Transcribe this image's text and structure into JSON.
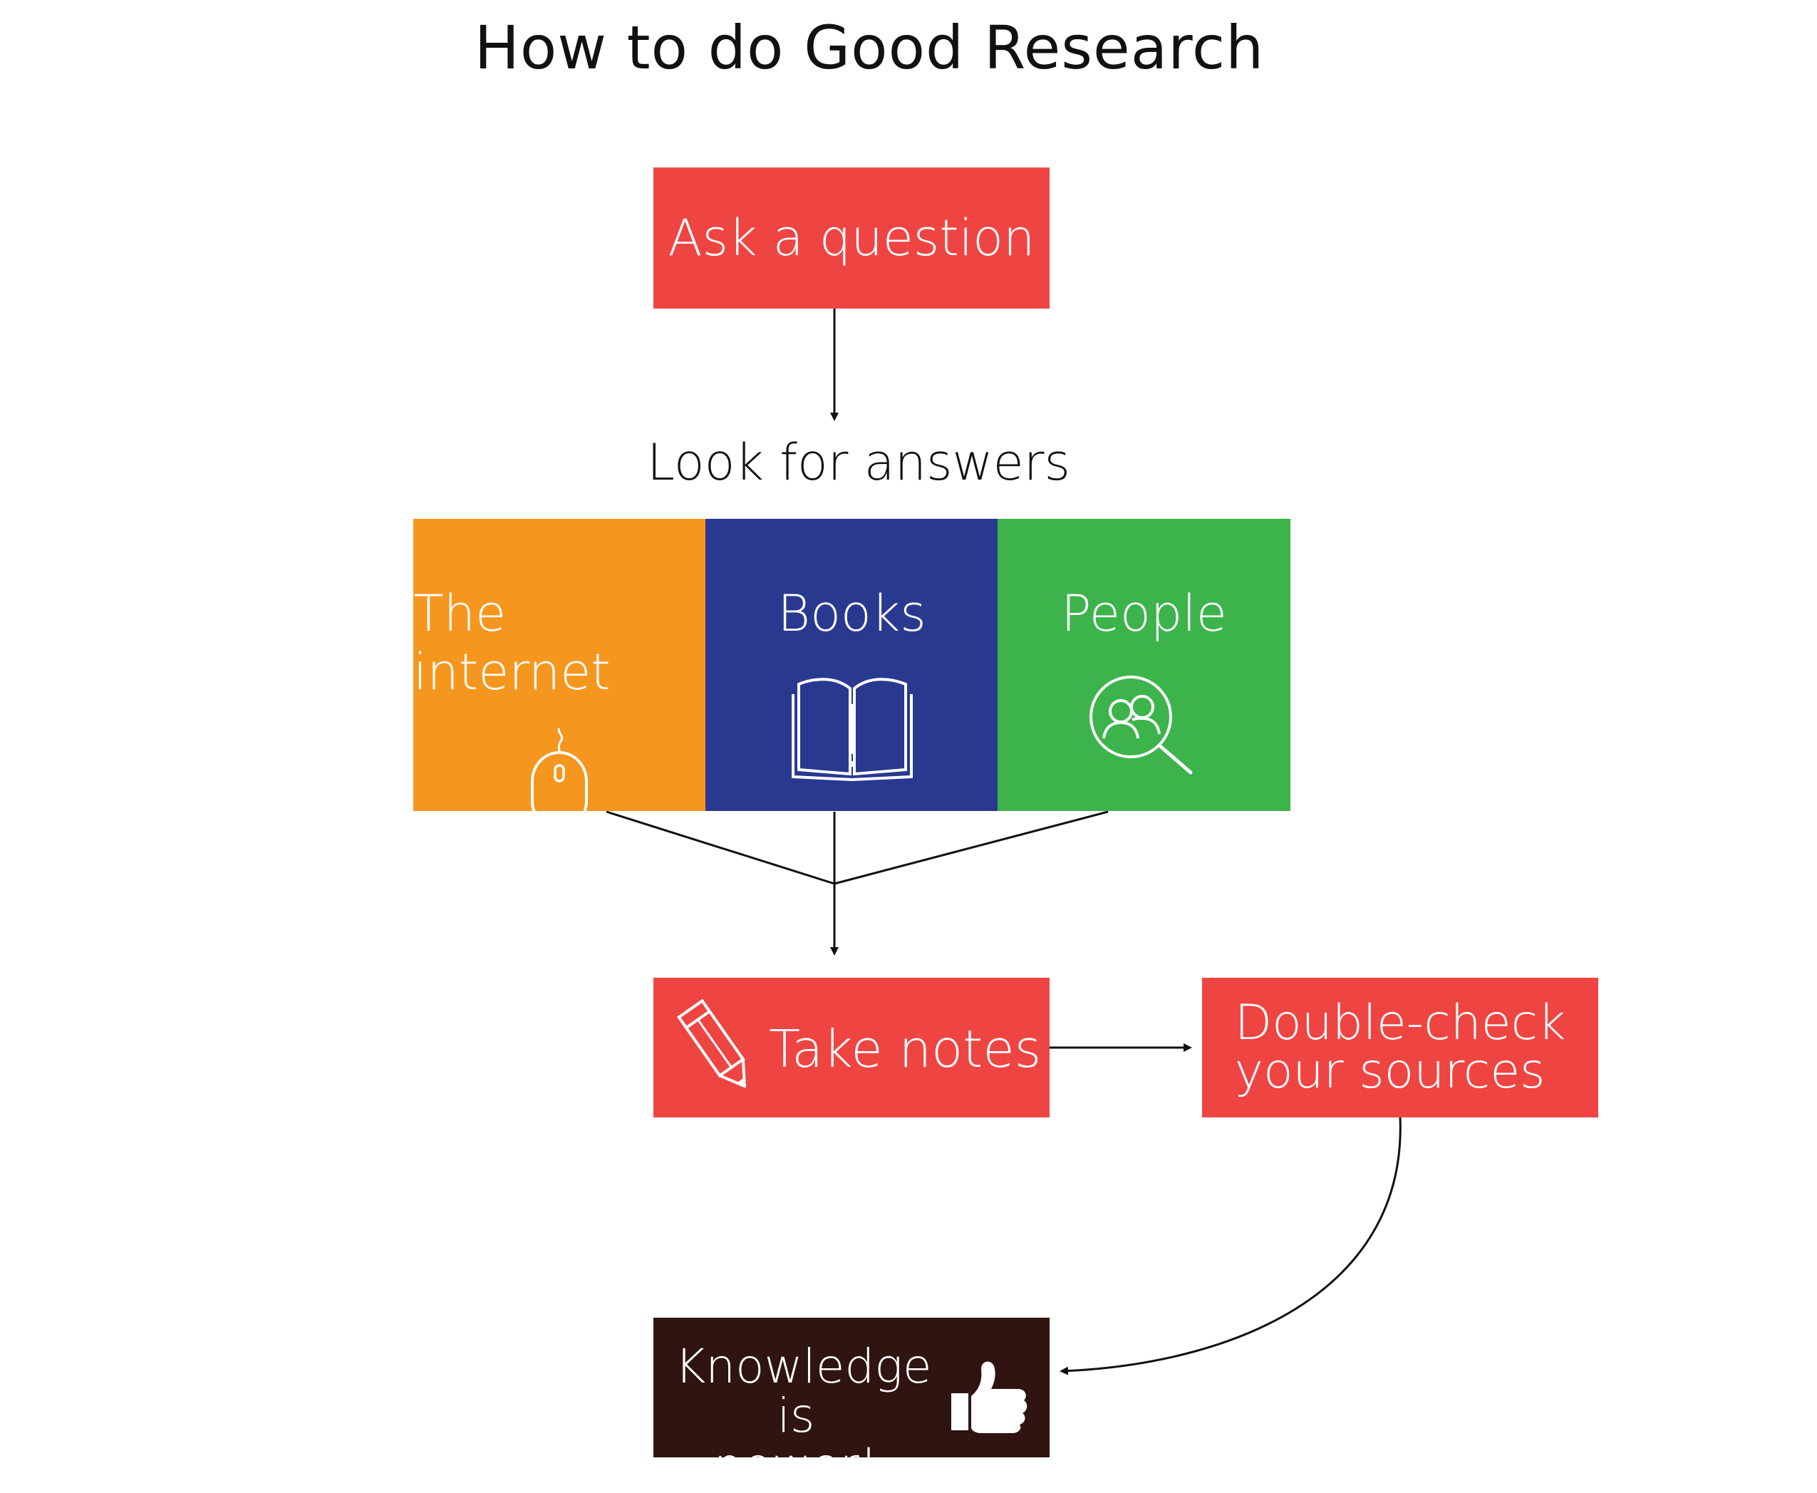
{
  "title": "How to do Good Research",
  "steps": {
    "ask": "Ask a question",
    "look": "Look for answers",
    "notes": "Take notes",
    "double_check_line1": "Double-check",
    "double_check_line2": "your sources",
    "knowledge_line1": "Knowledge is",
    "knowledge_line2": "power!"
  },
  "sources": [
    {
      "label": "The internet",
      "icon": "mouse-icon",
      "color": "#f5961f"
    },
    {
      "label": "Books",
      "icon": "open-book-icon",
      "color": "#2a3990"
    },
    {
      "label": "People",
      "icon": "people-search-icon",
      "color": "#3cb44b"
    }
  ],
  "colors": {
    "step_red": "#ef4542",
    "final_dark": "#2f1411",
    "arrow": "#111111"
  },
  "icons": {
    "notes": "pencil-icon",
    "knowledge": "thumbs-up-icon"
  }
}
